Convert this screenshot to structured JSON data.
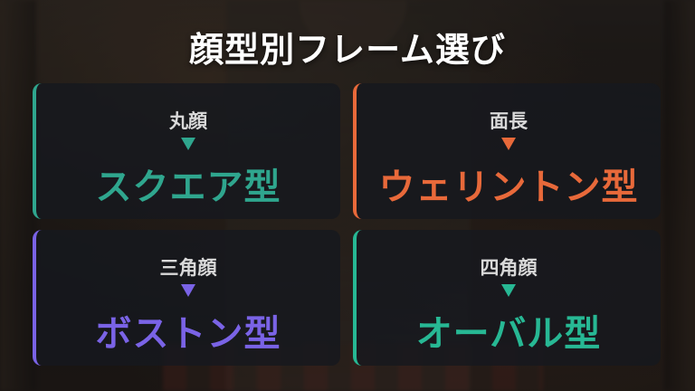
{
  "title": "顔型別フレーム選び",
  "cards": [
    {
      "face": "丸顔",
      "frame": "スクエア型",
      "color": "#2fa68e"
    },
    {
      "face": "面長",
      "frame": "ウェリントン型",
      "color": "#e8693a"
    },
    {
      "face": "三角顔",
      "frame": "ボストン型",
      "color": "#7a63e6"
    },
    {
      "face": "四角顔",
      "frame": "オーバル型",
      "color": "#27b894"
    }
  ]
}
